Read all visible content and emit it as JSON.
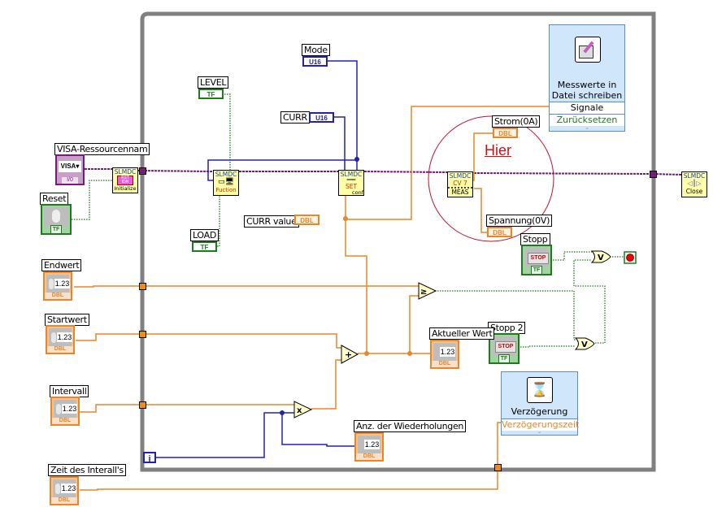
{
  "diagram": {
    "type": "LabVIEW block diagram",
    "structure": "while-loop",
    "annotation": "Hier",
    "colors": {
      "loop_border": "#808080",
      "visa_wire": "#7a1a7a",
      "dbl_wire": "#e8862a",
      "int_wire": "#2222aa",
      "bool_wire": "#1e7a1e",
      "annotation_circle": "#c0102a",
      "annotation_text": "#d01010",
      "subvi_bg": "#ffffa8",
      "express_bg": "#cfe6fb"
    }
  },
  "controls_outside": [
    {
      "label": "VISA-Ressourcennam",
      "type": "VISA",
      "tag": "I/0"
    },
    {
      "label": "Reset",
      "type": "TF"
    },
    {
      "label": "Endwert",
      "type": "DBL",
      "value": "1.23"
    },
    {
      "label": "Startwert",
      "type": "DBL",
      "value": "1.23"
    },
    {
      "label": "Intervall",
      "type": "DBL",
      "value": "1.23"
    },
    {
      "label": "Zeit des Interall's",
      "type": "DBL",
      "value": "1.23"
    }
  ],
  "constants": {
    "mode": {
      "label": "Mode",
      "type": "U16"
    },
    "curr": {
      "label": "CURR",
      "type": "U16"
    },
    "level": {
      "label": "LEVEL",
      "type": "TF"
    },
    "load": {
      "label": "LOAD",
      "type": "TF"
    },
    "curr_value": {
      "label": "CURR value",
      "type": "DBL"
    }
  },
  "subvis": {
    "initialize": {
      "top": "SLMDC",
      "bottom": "Initialize",
      "inner": "RST IDN"
    },
    "function": {
      "top": "SLMDC",
      "bottom": "Fuction"
    },
    "set": {
      "top": "SLMDC",
      "mid": "SET",
      "bottom": "conf"
    },
    "meas": {
      "top": "SLMDC",
      "mid": "CV 7",
      "bottom": "MEAS"
    },
    "close": {
      "top": "SLMDC",
      "bottom": "Close"
    }
  },
  "indicators": {
    "strom": {
      "label": "Strom(0A)",
      "type": "DBL"
    },
    "spannung": {
      "label": "Spannung(0V)",
      "type": "DBL"
    },
    "aktueller_wert": {
      "label": "Aktueller Wert",
      "type": "DBL",
      "value": "1.23"
    },
    "anz_wiederholungen": {
      "label": "Anz. der Wiederholungen",
      "type": "DBL",
      "value": "1.23"
    }
  },
  "buttons": {
    "stopp": {
      "label": "Stopp",
      "text": "STOP",
      "tag": "TF"
    },
    "stopp2": {
      "label": "Stopp 2",
      "text": "STOP",
      "tag": "TF"
    }
  },
  "express_vis": {
    "write": {
      "title_line1": "Messwerte in",
      "title_line2": "Datei schreiben",
      "inputs": [
        "Signale",
        "Zurücksetzen"
      ]
    },
    "delay": {
      "title": "Verzögerung",
      "inputs": [
        "Verzögerungszeit"
      ]
    }
  },
  "primitives": {
    "add": "+",
    "multiply": "x",
    "compare": "≥",
    "or1": "V",
    "or2": "V"
  },
  "loop_iteration": "i"
}
